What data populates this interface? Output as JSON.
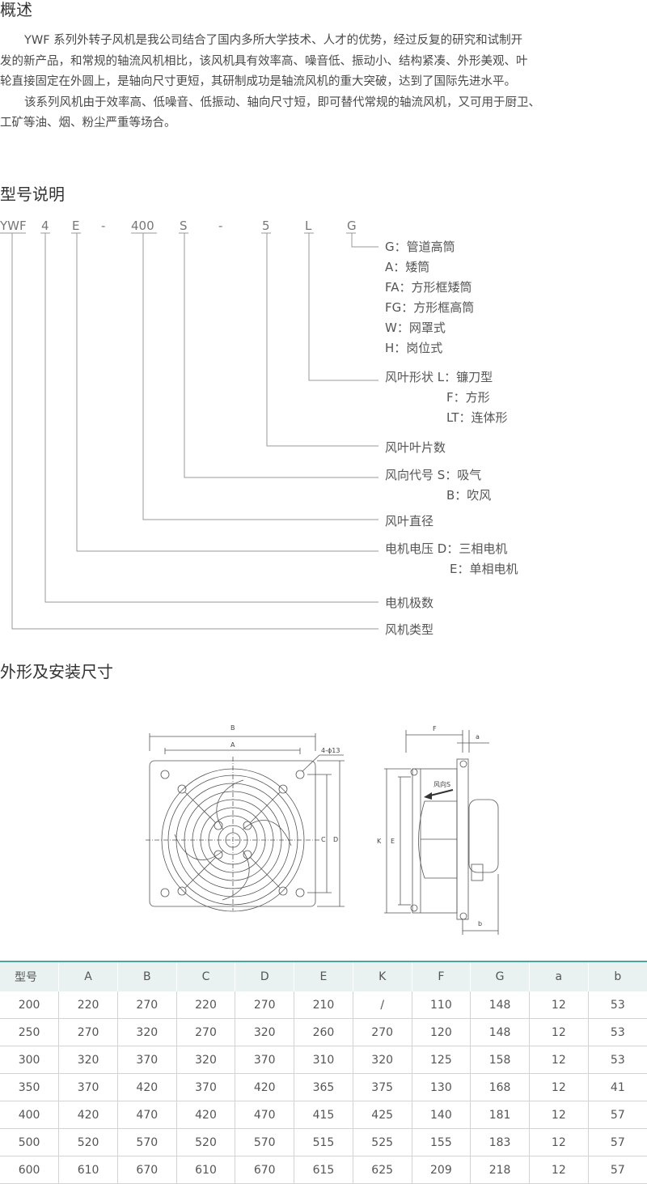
{
  "overview": {
    "title": "概述",
    "paragraphs": [
      "YWF 系列外转子风机是我公司结合了国内多所大学技术、人才的优势，经过反复的研究和试制开",
      "发的新产品，和常规的轴流风机相比，该风机具有效率高、噪音低、振动小、结构紧凑、外形美观、叶",
      "轮直接固定在外圆上，是轴向尺寸更短，其研制成功是轴流风机的重大突破，达到了国际先进水平。",
      "该系列风机由于效率高、低噪音、低振动、轴向尺寸短，即可替代常规的轴流风机，又可用于厨卫、",
      "工矿等油、烟、粉尘严重等场合。"
    ]
  },
  "model": {
    "title": "型号说明",
    "code_parts": [
      "YWF",
      "4",
      "E",
      "-",
      "400",
      "S",
      "-",
      "5",
      "L",
      "G"
    ],
    "annotations": {
      "G": [
        "G：管道高筒",
        "A：矮筒",
        "FA：方形框矮筒",
        "FG：方形框高筒",
        "W：网罩式",
        "H：岗位式"
      ],
      "L": [
        "风叶形状 L：镰刀型",
        "F：方形",
        "LT：连体形"
      ],
      "n5": [
        "风叶叶片数"
      ],
      "S": [
        "风向代号 S：吸气",
        "B：吹风"
      ],
      "n400": [
        "风叶直径"
      ],
      "E": [
        "电机电压 D：三相电机",
        "E：单相电机"
      ],
      "n4": [
        "电机极数"
      ],
      "YWF": [
        "风机类型"
      ]
    }
  },
  "dimensions": {
    "title": "外形及安装尺寸",
    "drawing_labels": {
      "B": "B",
      "A": "A",
      "hole": "4-ϕ13",
      "C": "C",
      "D": "D",
      "F": "F",
      "a": "a",
      "K": "K",
      "E": "E",
      "wind": "风向S",
      "b": "b"
    }
  },
  "table": {
    "headers": [
      "型号",
      "A",
      "B",
      "C",
      "D",
      "E",
      "K",
      "F",
      "G",
      "a",
      "b"
    ],
    "rows": [
      [
        "200",
        "220",
        "270",
        "220",
        "270",
        "210",
        "/",
        "110",
        "148",
        "12",
        "53"
      ],
      [
        "250",
        "270",
        "320",
        "270",
        "320",
        "260",
        "270",
        "120",
        "148",
        "12",
        "53"
      ],
      [
        "300",
        "320",
        "370",
        "320",
        "370",
        "310",
        "320",
        "125",
        "158",
        "12",
        "53"
      ],
      [
        "350",
        "370",
        "420",
        "370",
        "420",
        "365",
        "375",
        "130",
        "168",
        "12",
        "41"
      ],
      [
        "400",
        "420",
        "470",
        "420",
        "470",
        "415",
        "425",
        "140",
        "181",
        "12",
        "57"
      ],
      [
        "500",
        "520",
        "570",
        "520",
        "570",
        "515",
        "525",
        "155",
        "183",
        "12",
        "57"
      ],
      [
        "600",
        "610",
        "670",
        "610",
        "670",
        "615",
        "625",
        "209",
        "218",
        "12",
        "57"
      ]
    ]
  }
}
